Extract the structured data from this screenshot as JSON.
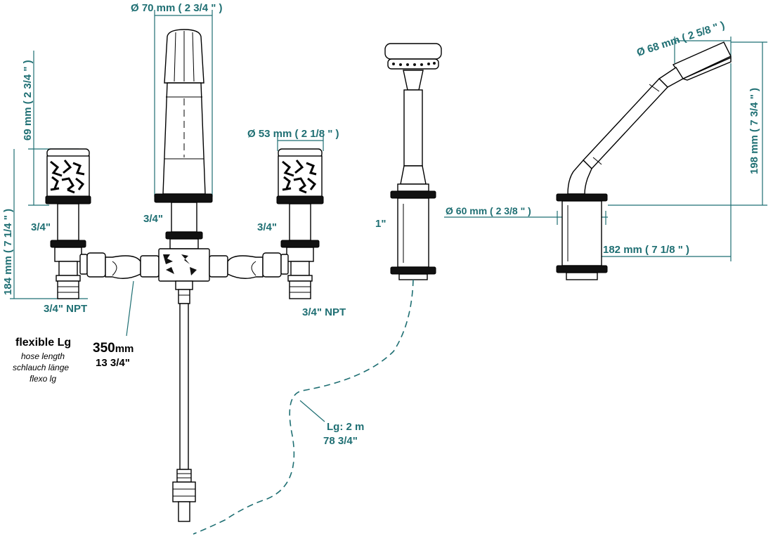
{
  "dimensions": {
    "spout_diameter": "Ø  70 mm ( 2 3/4 \" )",
    "handle_height": "69 mm ( 2 3/4 \" )",
    "total_height": "184 mm ( 7 1/4 \" )",
    "handle_diameter": "Ø  53 mm ( 2 1/8 \" )",
    "handshower_diameter": "Ø  68 mm ( 2 5/8 \" )",
    "handshower_height": "198 mm ( 7 3/4 \" )",
    "holder_diameter": "Ø  60 mm ( 2 3/8 \" )",
    "holder_reach": "182 mm ( 7 1/8 \" )"
  },
  "connections": {
    "left_thread": "3/4\"",
    "center_thread": "3/4\"",
    "right_thread": "3/4\"",
    "left_npt": "3/4\" NPT",
    "right_npt": "3/4\" NPT",
    "shower_thread": "1\""
  },
  "hose": {
    "title": "flexible Lg",
    "line1": "hose length",
    "line2": "schlauch länge",
    "line3": "flexo lg",
    "length_mm": "350",
    "length_unit": "mm",
    "length_in": "13 3/4\""
  },
  "shower_hose": {
    "length_m": "Lg: 2 m",
    "length_in": "78 3/4\""
  },
  "colors": {
    "dimension": "#1f6f73",
    "outline": "#000000"
  }
}
